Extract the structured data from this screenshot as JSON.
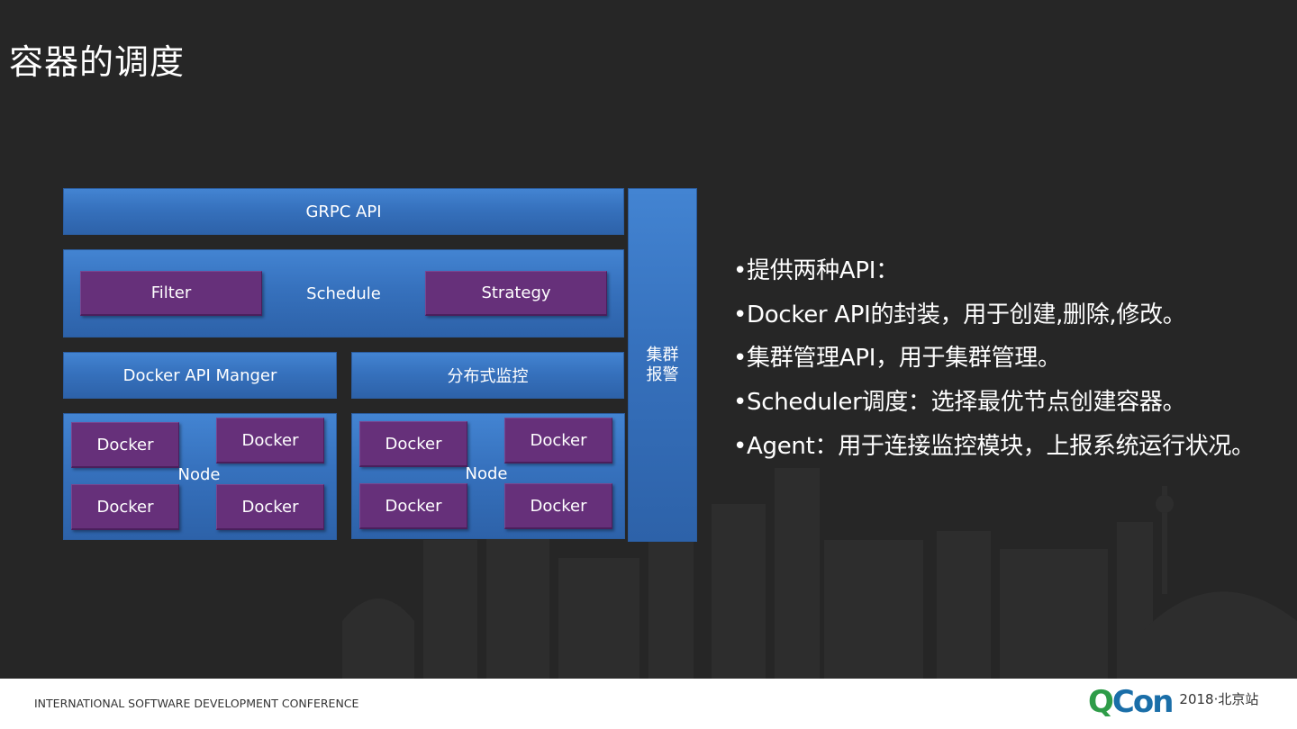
{
  "slide": {
    "title": "容器的调度"
  },
  "diagram": {
    "grpc_api": "GRPC API",
    "schedule": {
      "label": "Schedule",
      "filter": "Filter",
      "strategy": "Strategy"
    },
    "docker_api_manager": "Docker API Manger",
    "distributed_monitoring": "分布式监控",
    "cluster_alarm": [
      "集群",
      "报警"
    ],
    "node_left": {
      "label": "Node",
      "dockers": [
        "Docker",
        "Docker",
        "Docker",
        "Docker"
      ]
    },
    "node_right": {
      "label": "Node",
      "dockers": [
        "Docker",
        "Docker",
        "Docker",
        "Docker"
      ]
    }
  },
  "bullets": [
    "•提供两种API：",
    "•Docker API的封装，用于创建,删除,修改。",
    "•集群管理API，用于集群管理。",
    "•Scheduler调度：选择最优节点创建容器。",
    "•Agent：用于连接监控模块，上报系统运行状况。"
  ],
  "footer": {
    "conference": "INTERNATIONAL SOFTWARE DEVELOPMENT CONFERENCE",
    "brand_q": "Q",
    "brand_rest": "Con",
    "brand_edition": "2018·北京站"
  },
  "colors": {
    "background": "#262626",
    "box_blue": "#3671bd",
    "box_purple": "#66307a",
    "footer_bg": "#ffffff",
    "brand_green": "#2e9c48",
    "brand_blue": "#1a6ea8"
  }
}
